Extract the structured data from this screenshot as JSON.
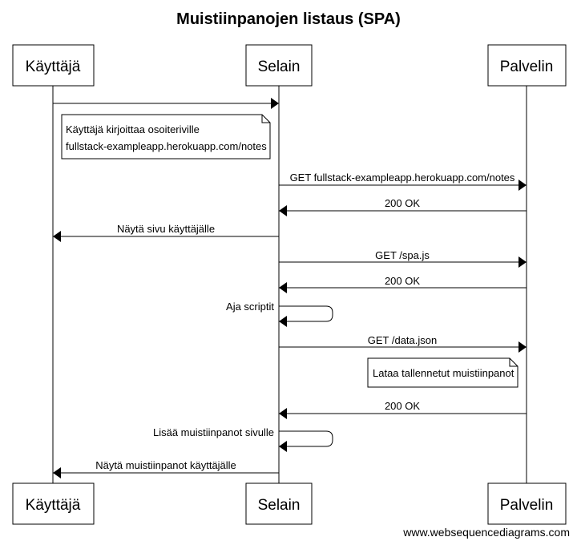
{
  "title": "Muistiinpanojen listaus (SPA)",
  "participants": [
    {
      "id": "user",
      "label": "Käyttäjä"
    },
    {
      "id": "browser",
      "label": "Selain"
    },
    {
      "id": "server",
      "label": "Palvelin"
    }
  ],
  "messages": [
    {
      "from": "user",
      "to": "browser",
      "label": ""
    },
    {
      "from": "browser",
      "to": "server",
      "label": "GET fullstack-exampleapp.herokuapp.com/notes"
    },
    {
      "from": "server",
      "to": "browser",
      "label": "200 OK"
    },
    {
      "from": "browser",
      "to": "user",
      "label": "Näytä sivu käyttäjälle"
    },
    {
      "from": "browser",
      "to": "server",
      "label": "GET /spa.js"
    },
    {
      "from": "server",
      "to": "browser",
      "label": "200 OK"
    },
    {
      "from": "browser",
      "to": "browser",
      "label": "Aja scriptit"
    },
    {
      "from": "browser",
      "to": "server",
      "label": "GET /data.json"
    },
    {
      "from": "server",
      "to": "browser",
      "label": "200 OK"
    },
    {
      "from": "browser",
      "to": "browser",
      "label": "Lisää muistiinpanot sivulle"
    },
    {
      "from": "browser",
      "to": "user",
      "label": "Näytä muistiinpanot käyttäjälle"
    }
  ],
  "notes": [
    {
      "lines": [
        "Käyttäjä kirjoittaa osoiteriville",
        "fullstack-exampleapp.herokuapp.com/notes"
      ]
    },
    {
      "lines": [
        "Lataa tallennetut muistiinpanot"
      ]
    }
  ],
  "watermark": "www.websequencediagrams.com"
}
